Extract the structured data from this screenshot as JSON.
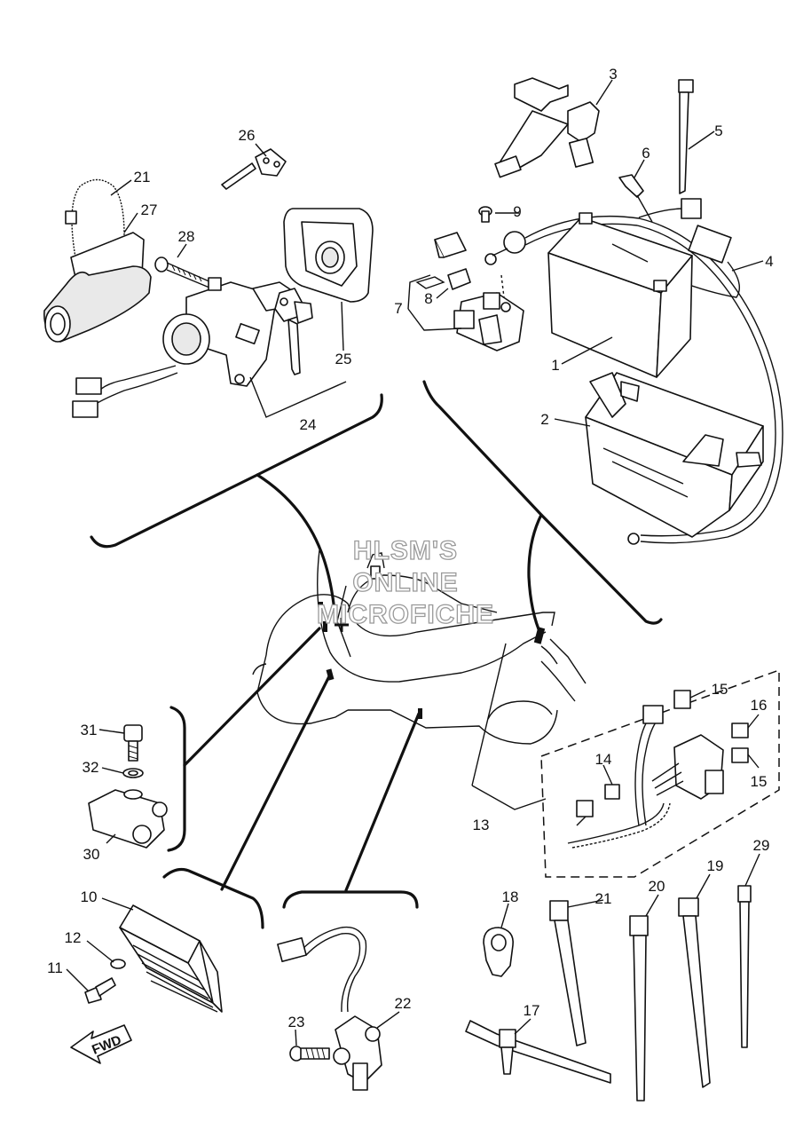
{
  "watermark": {
    "line1": "HLSM'S",
    "line2": "ONLINE",
    "line3": "MICROFICHE"
  },
  "fwd_arrow": {
    "label": "FWD"
  },
  "callouts": {
    "n1": "1",
    "n2": "2",
    "n3": "3",
    "n4": "4",
    "n5": "5",
    "n6": "6",
    "n7": "7",
    "n8": "8",
    "n9": "9",
    "n10": "10",
    "n11": "11",
    "n12": "12",
    "n13": "13",
    "n14": "14",
    "n15a": "15",
    "n15b": "15",
    "n16": "16",
    "n17": "17",
    "n18": "18",
    "n19": "19",
    "n20": "20",
    "n21a": "21",
    "n21b": "21",
    "n22": "22",
    "n23": "23",
    "n24": "24",
    "n25": "25",
    "n26": "26",
    "n27": "27",
    "n28": "28",
    "n29": "29",
    "n30": "30",
    "n31": "31",
    "n32": "32"
  },
  "colors": {
    "ink": "#111111",
    "watermark_outline": "#9a9a9a",
    "background": "#ffffff"
  }
}
